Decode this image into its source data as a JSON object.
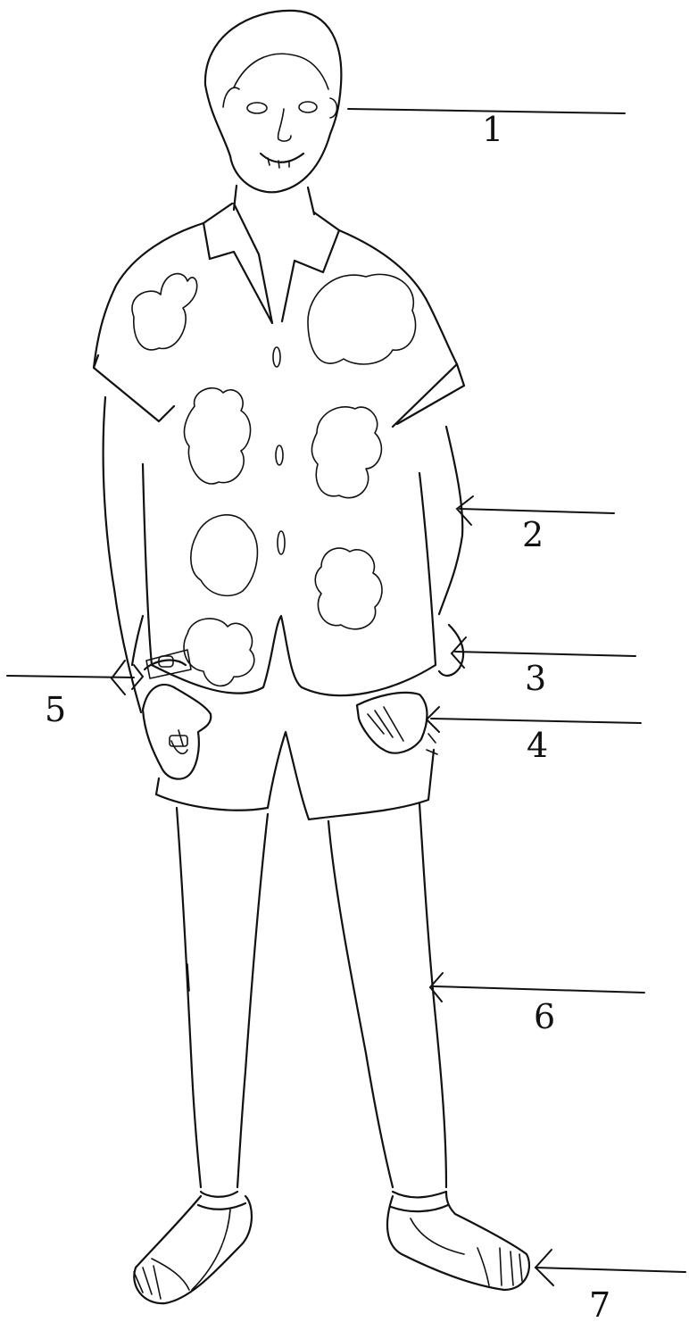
{
  "figure": {
    "ink_color": "#111111",
    "background": "#ffffff"
  },
  "callouts": [
    {
      "id": "1",
      "label": "1"
    },
    {
      "id": "2",
      "label": "2"
    },
    {
      "id": "3",
      "label": "3"
    },
    {
      "id": "4",
      "label": "4"
    },
    {
      "id": "5",
      "label": "5"
    },
    {
      "id": "6",
      "label": "6"
    },
    {
      "id": "7",
      "label": "7"
    }
  ]
}
